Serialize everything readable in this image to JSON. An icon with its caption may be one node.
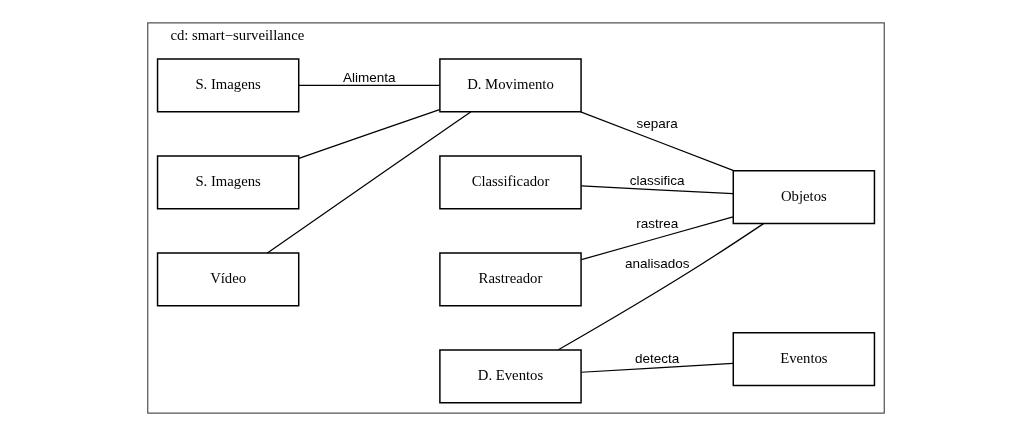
{
  "diagram": {
    "nodes": [
      {
        "text": [
          "cd: smart−surveillance"
        ]
      },
      {
        "text": [
          "S. Imagens"
        ],
        "in": 0
      },
      {
        "text": [
          "S. Imagens"
        ],
        "in": 0
      },
      {
        "text": [
          "Vídeo"
        ],
        "in": 0
      },
      {
        "text": [
          "D. Movimento"
        ],
        "in": 0
      },
      {
        "text": [
          "Classificador"
        ],
        "in": 0
      },
      {
        "text": [
          "Objetos"
        ],
        "in": 0
      },
      {
        "text": [
          "Rastreador"
        ],
        "in": 0
      },
      {
        "text": [
          "D. Eventos"
        ],
        "in": 0
      },
      {
        "text": [
          "Eventos"
        ],
        "in": 0
      }
    ],
    "edges": [
      {
        "from": 1,
        "to": 4,
        "arrow": "none",
        "label": "Alimenta"
      },
      {
        "from": 2,
        "to": 4,
        "arrow": "none"
      },
      {
        "from": 3,
        "to": 4,
        "arrow": "none"
      },
      {
        "from": 4,
        "to": 6,
        "arrow": "none",
        "label": "separa"
      },
      {
        "from": 5,
        "to": 6,
        "arrow": "none",
        "label": "classifica"
      },
      {
        "from": 7,
        "to": 6,
        "arrow": "none",
        "label": "rastrea"
      },
      {
        "from": 8,
        "to": 6,
        "arrow": "none",
        "label": "analisados"
      },
      {
        "from": 8,
        "to": 9,
        "arrow": "none",
        "label": "detecta"
      }
    ]
  }
}
